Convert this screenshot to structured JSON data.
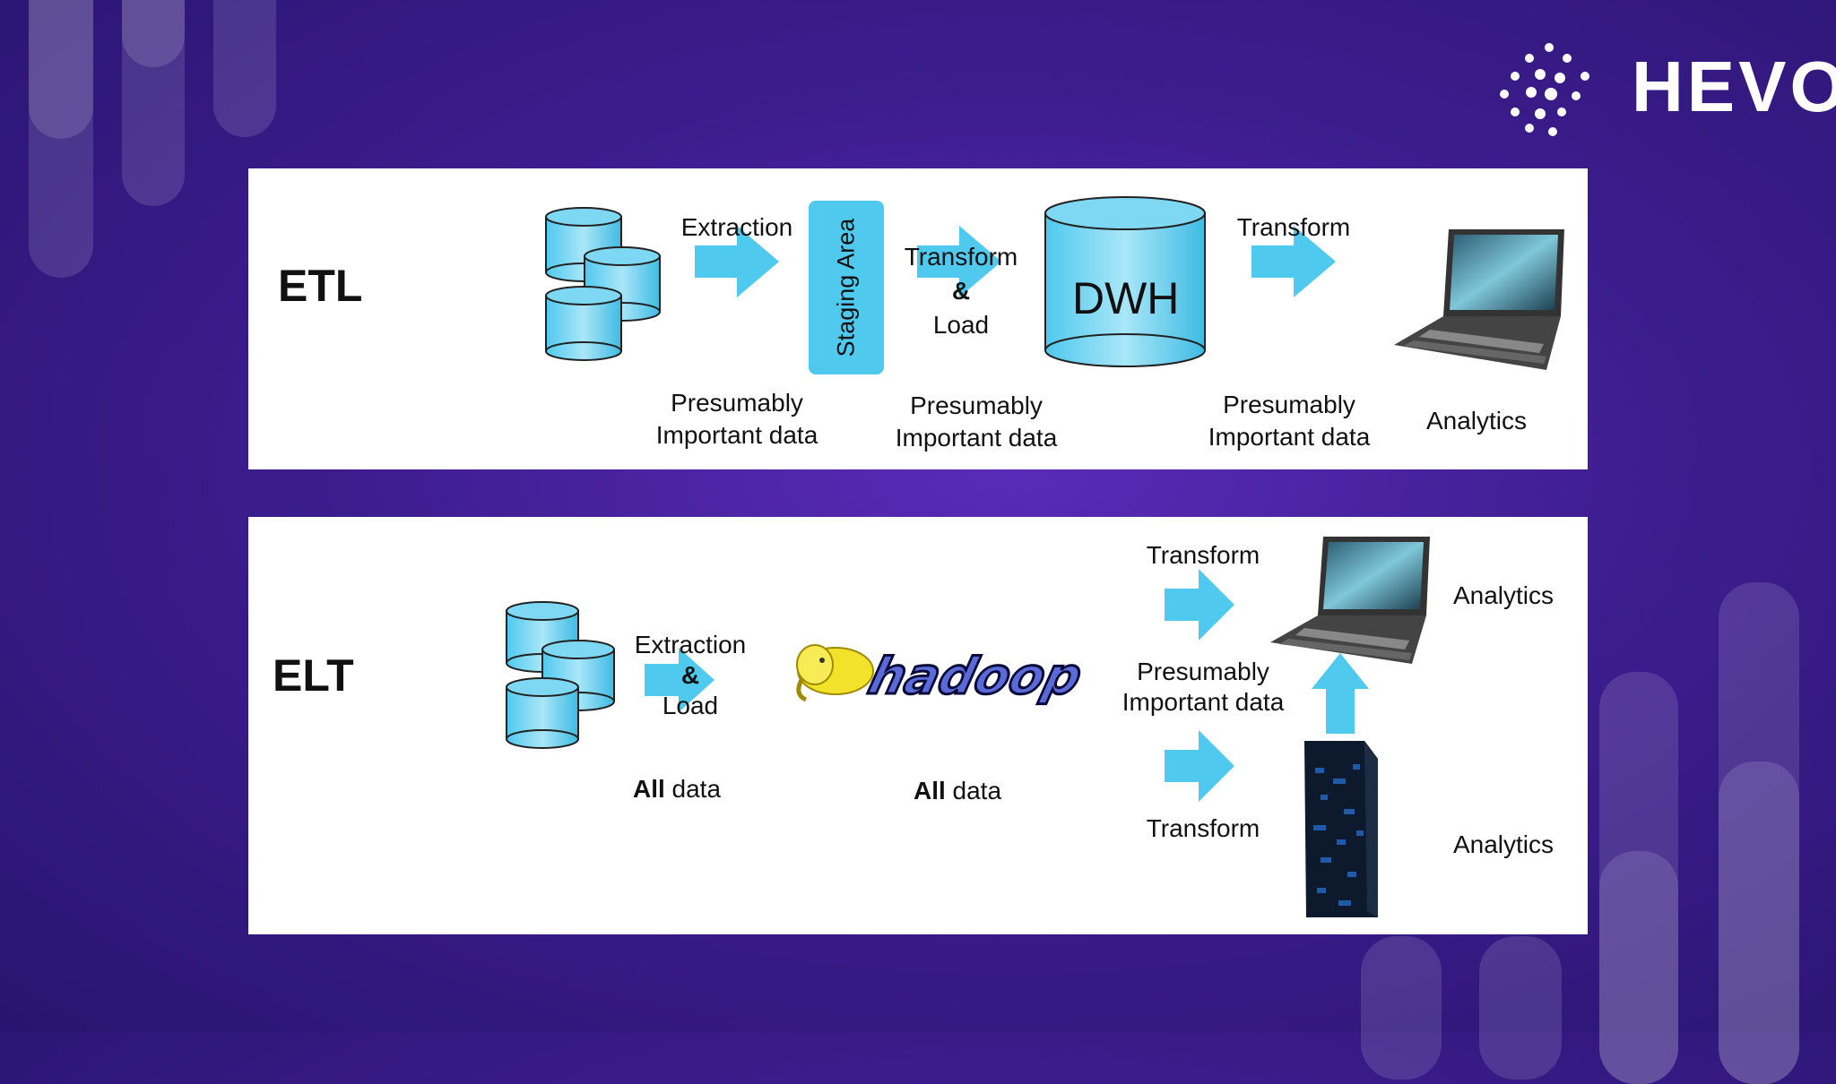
{
  "brand": {
    "name": "HEVO",
    "accent": "#4fc9ee"
  },
  "etl": {
    "title": "ETL",
    "extraction": "Extraction",
    "staging": "Staging Area",
    "transform_load": [
      "Transform",
      "&",
      "Load"
    ],
    "dwh": "DWH",
    "transform": "Transform",
    "captions": [
      [
        "Presumably",
        "Important data"
      ],
      [
        "Presumably",
        "Important data"
      ],
      [
        "Presumably",
        "Important data"
      ]
    ],
    "analytics": "Analytics"
  },
  "elt": {
    "title": "ELT",
    "extraction_load": [
      "Extraction",
      "&",
      "Load"
    ],
    "all_data_1": {
      "bold": "All",
      "rest": " data"
    },
    "hadoop": "hadoop",
    "all_data_2": {
      "bold": "All",
      "rest": " data"
    },
    "transform_top": "Transform",
    "presumably": [
      "Presumably",
      "Important data"
    ],
    "transform_bottom": "Transform",
    "analytics_top": "Analytics",
    "analytics_bottom": "Analytics"
  }
}
